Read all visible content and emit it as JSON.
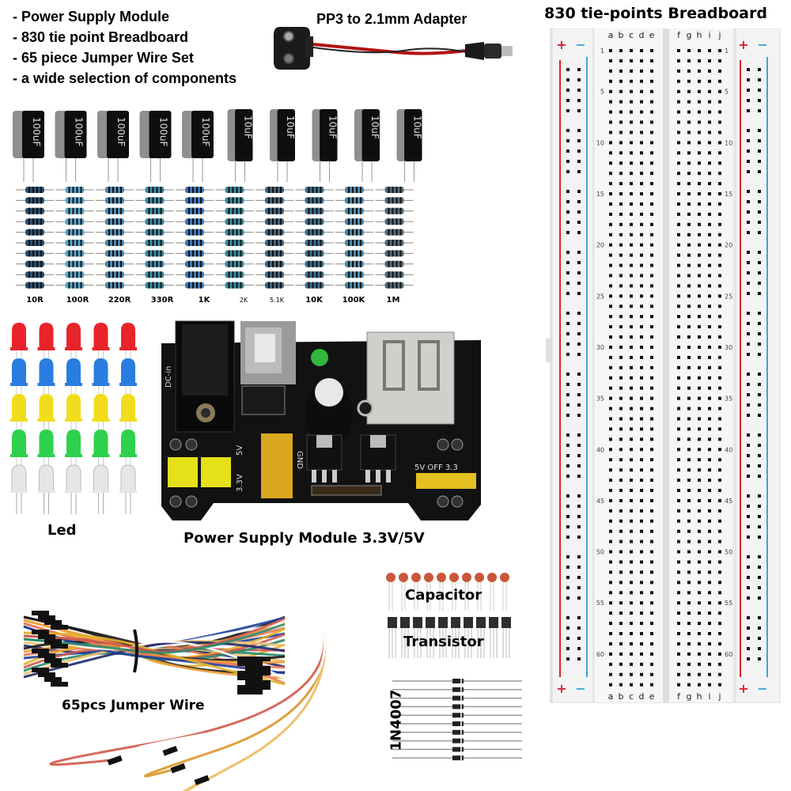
{
  "features": {
    "items": [
      "- Power Supply Module",
      "- 830 tie point Breadboard",
      "- 65 piece Jumper Wire Set",
      "- a wide selection of components"
    ]
  },
  "adapter": {
    "label": "PP3 to 2.1mm Adapter"
  },
  "electrolytic_capacitors": {
    "items": [
      {
        "value": "100uF"
      },
      {
        "value": "100uF"
      },
      {
        "value": "100uF"
      },
      {
        "value": "100uF"
      },
      {
        "value": "100uF"
      },
      {
        "value": "10uF"
      },
      {
        "value": "10uF"
      },
      {
        "value": "10uF"
      },
      {
        "value": "10uF"
      },
      {
        "value": "10uF"
      }
    ]
  },
  "resistors": {
    "per_column": 10,
    "labels": [
      "10R",
      "100R",
      "220R",
      "330R",
      "1K",
      "2K",
      "5.1K",
      "10K",
      "100K",
      "1M"
    ],
    "colors": [
      "#2c4e6a",
      "#5aa5c8",
      "#4e86ad",
      "#3d8aa3",
      "#3f74b8",
      "#3b8a9a",
      "#40637d",
      "#3f6f8a",
      "#4a86a8",
      "#556b7a"
    ]
  },
  "leds": {
    "label": "Led",
    "rows": [
      {
        "color": "#e8242a",
        "name": "red"
      },
      {
        "color": "#2a7de0",
        "name": "blue"
      },
      {
        "color": "#f2dd1c",
        "name": "yellow"
      },
      {
        "color": "#2ed14c",
        "name": "green"
      },
      {
        "color": "#e6e6e6",
        "name": "white"
      }
    ],
    "per_row": 5
  },
  "power_module": {
    "label": "Power Supply Module 3.3V/5V",
    "silkscreen": {
      "dc_in": "DC-in",
      "v5": "5V",
      "v33": "3.3V",
      "gnd": "GND",
      "selector": "5V OFF 3.3",
      "plus": "+",
      "minus": "-"
    }
  },
  "jumper_wire": {
    "label": "65pcs Jumper Wire"
  },
  "ceramic_capacitors": {
    "label": "Capacitor",
    "count": 10
  },
  "transistors": {
    "label": "Transistor",
    "count": 10
  },
  "diodes": {
    "label": "1N4007",
    "count": 10
  },
  "breadboard": {
    "title": "830 tie-points Breadboard",
    "rows": 63,
    "left_columns": [
      "a",
      "b",
      "c",
      "d",
      "e"
    ],
    "right_columns": [
      "f",
      "g",
      "h",
      "i",
      "j"
    ],
    "row_labels": [
      "1",
      "5",
      "10",
      "15",
      "20",
      "25",
      "30",
      "35",
      "40",
      "45",
      "50",
      "55",
      "60"
    ],
    "rail_plus": "+",
    "rail_minus": "−",
    "rail_plus_color": "#d8232a",
    "rail_minus_color": "#3aa7d8"
  }
}
